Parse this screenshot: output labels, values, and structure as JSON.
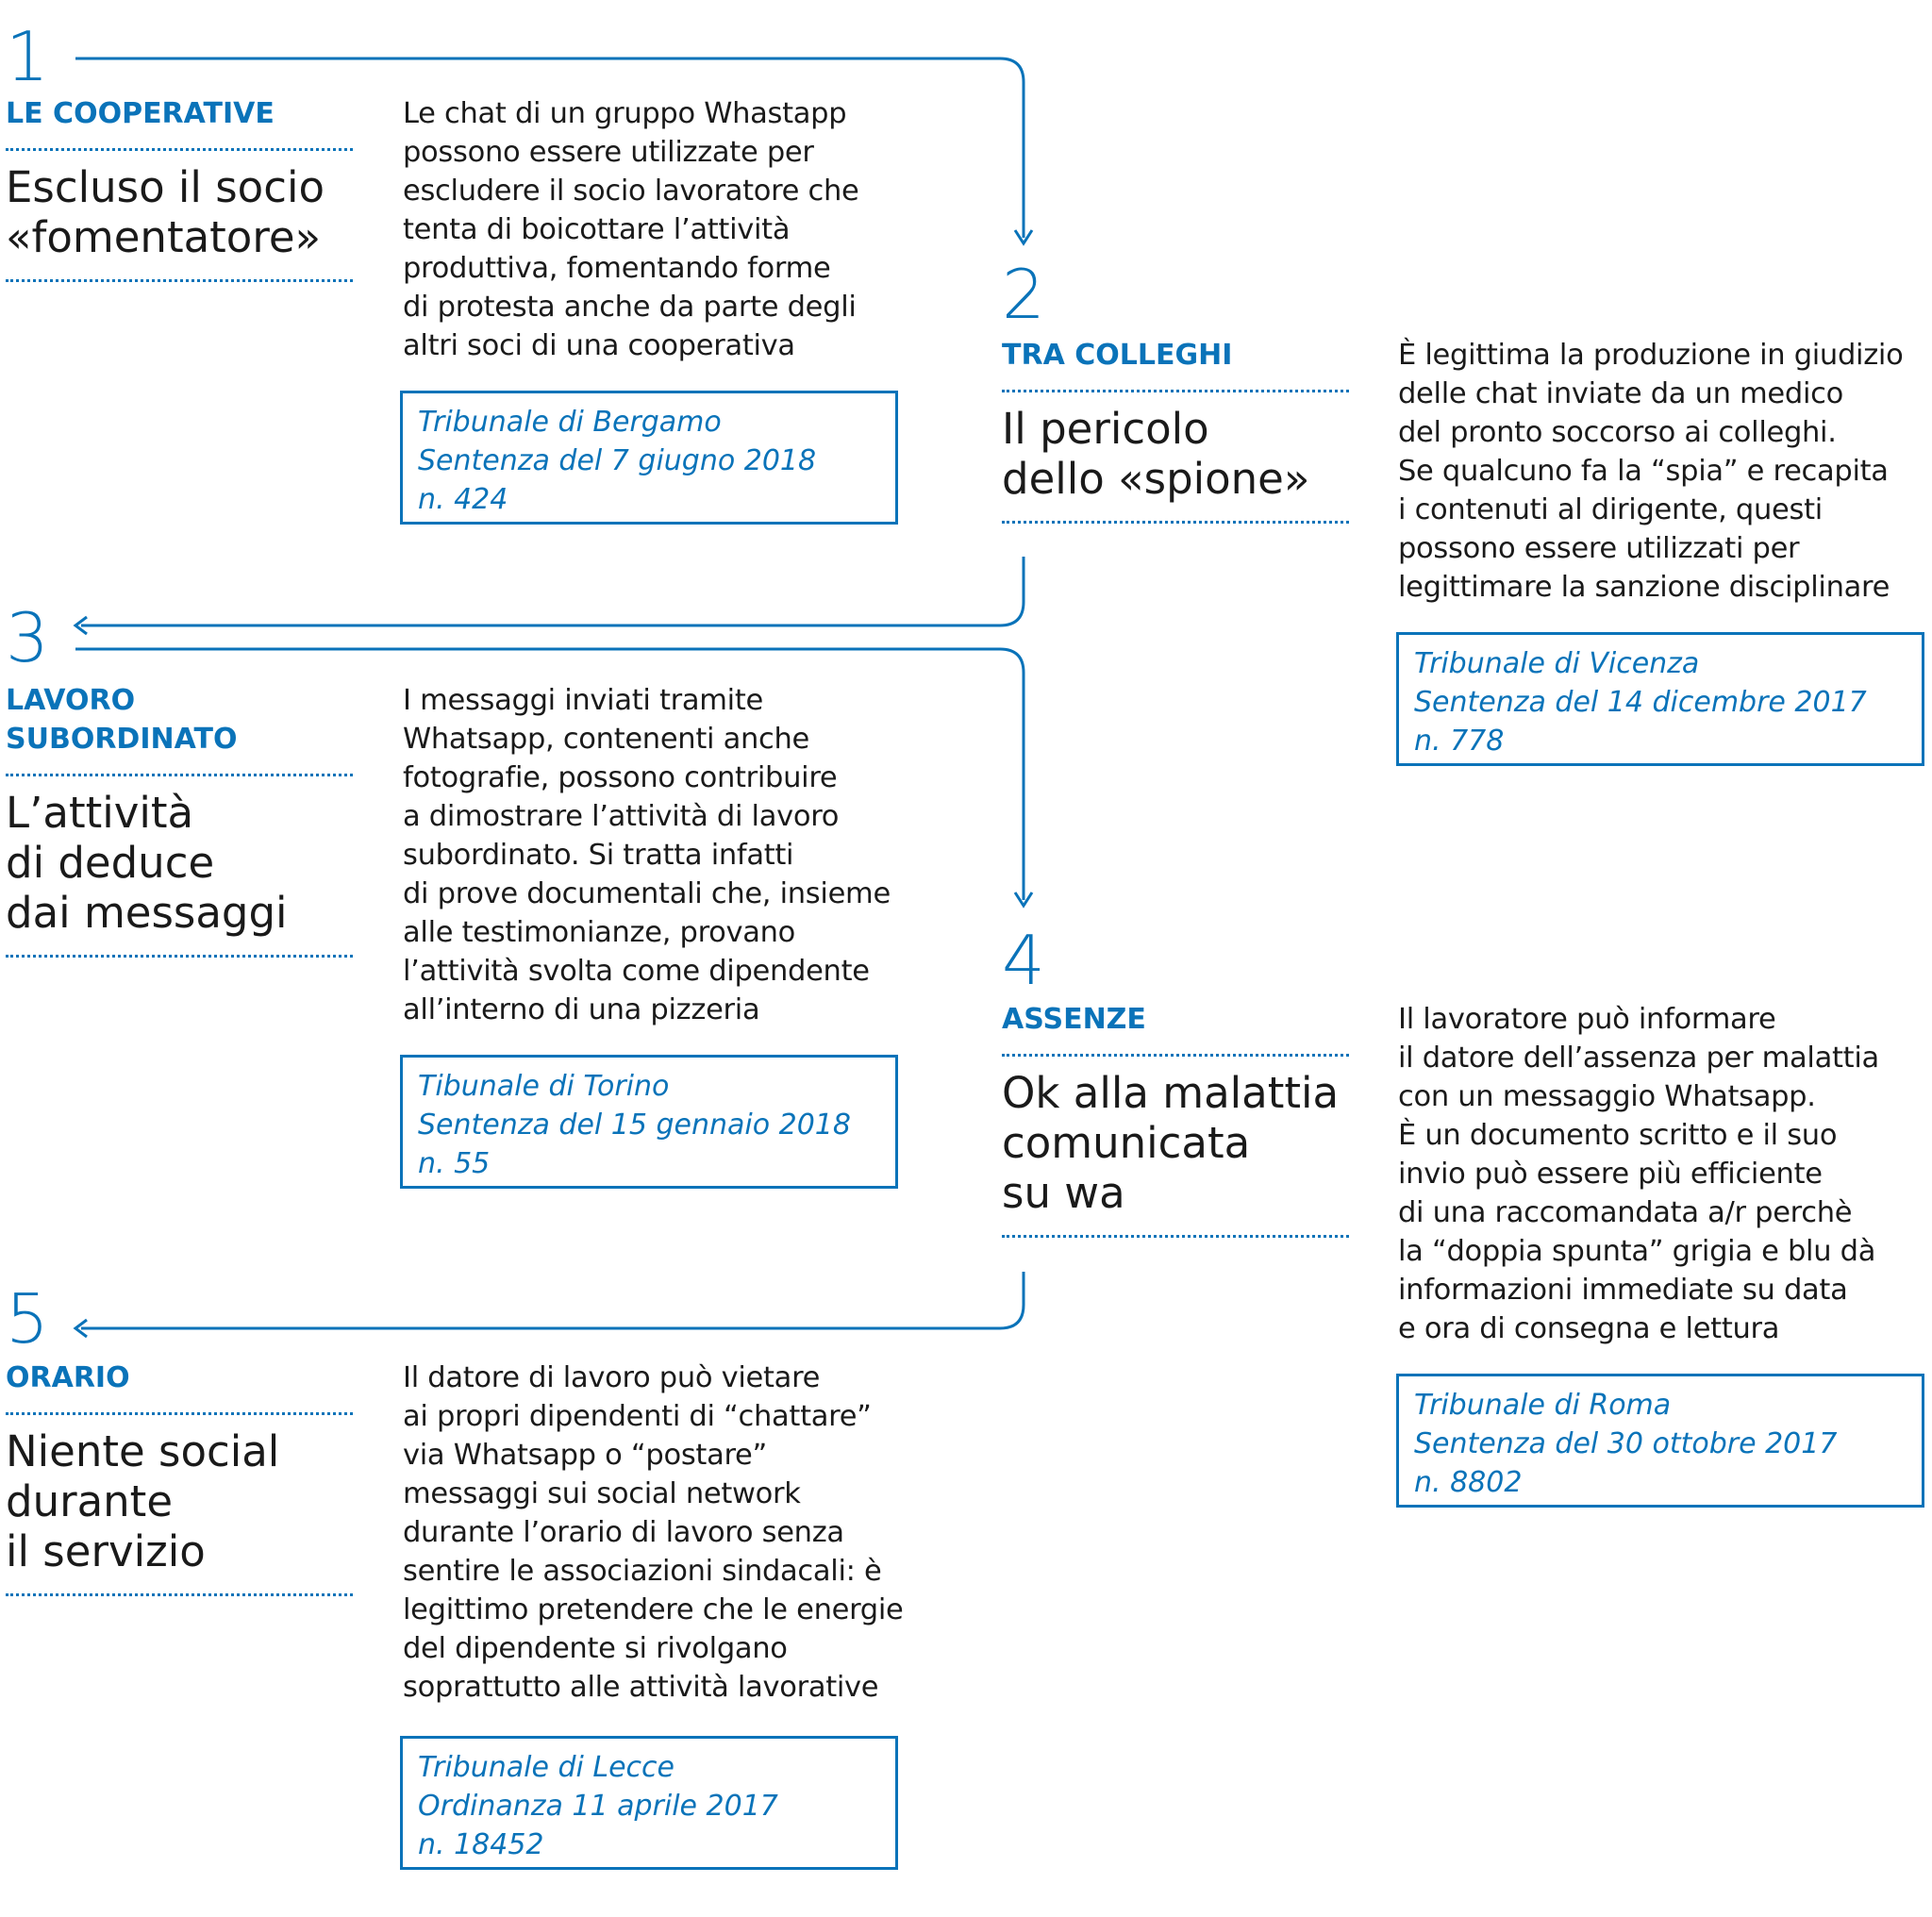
{
  "steps": [
    {
      "number": "1",
      "category": "LE COOPERATIVE",
      "heading_lines": [
        "Escluso il socio",
        "«fomentatore»"
      ],
      "body": "Le chat di un gruppo Whastapp\npossono essere utilizzate per\nescludere il socio lavoratore che\ntenta di boicottare l’attività\nproduttiva, fomentando forme\ndi protesta anche da parte degli\naltri soci di una cooperativa",
      "reference": [
        "Tribunale di Bergamo",
        "Sentenza del 7 giugno 2018",
        "n. 424"
      ]
    },
    {
      "number": "2",
      "category": "TRA COLLEGHI",
      "heading_lines": [
        "Il pericolo",
        "dello «spione»"
      ],
      "body": "È legittima la produzione in giudizio\ndelle chat inviate da un medico\ndel pronto soccorso ai colleghi.\nSe qualcuno fa la “spia” e recapita\ni contenuti al dirigente, questi\npossono essere utilizzati per\nlegittimare la sanzione disciplinare",
      "reference": [
        "Tribunale di Vicenza",
        "Sentenza del 14 dicembre 2017",
        "n. 778"
      ]
    },
    {
      "number": "3",
      "category_lines": [
        "LAVORO",
        "SUBORDINATO"
      ],
      "heading_lines": [
        "L’attività",
        "di deduce",
        "dai messaggi"
      ],
      "body": "I messaggi inviati tramite\nWhatsapp, contenenti anche\nfotografie, possono contribuire\na dimostrare l’attività di lavoro\nsubordinato. Si tratta infatti\ndi prove documentali che, insieme\nalle testimonianze, provano\nl’attività svolta come dipendente\nall’interno di una pizzeria",
      "reference": [
        "Tibunale di Torino",
        "Sentenza del 15 gennaio 2018",
        "n. 55"
      ]
    },
    {
      "number": "4",
      "category": "ASSENZE",
      "heading_lines": [
        "Ok alla malattia",
        "comunicata",
        "su wa"
      ],
      "body": "Il lavoratore può informare\nil datore dell’assenza per malattia\ncon un messaggio Whatsapp.\nÈ un documento scritto e il suo\ninvio può essere più efficiente\ndi una raccomandata a/r perchè\nla “doppia spunta” grigia e blu dà\ninformazioni immediate su data\ne ora di consegna e lettura",
      "reference": [
        "Tribunale di Roma",
        "Sentenza del 30 ottobre 2017",
        "n. 8802"
      ]
    },
    {
      "number": "5",
      "category": "ORARIO",
      "heading_lines": [
        "Niente social",
        "durante",
        "il servizio"
      ],
      "body": "Il datore di lavoro può vietare\nai propri dipendenti di “chattare”\nvia Whatsapp o “postare”\nmessaggi sui social network\ndurante l’orario di lavoro senza\nsentire le associazioni sindacali: è\nlegittimo pretendere che le energie\ndel dipendente si rivolgano\nsoprattutto alle attività lavorative",
      "reference": [
        "Tribunale di Lecce",
        "Ordinanza 11 aprile 2017",
        "n. 18452"
      ]
    }
  ],
  "colors": {
    "accent": "#0a73b9",
    "text": "#1a1a1a"
  }
}
